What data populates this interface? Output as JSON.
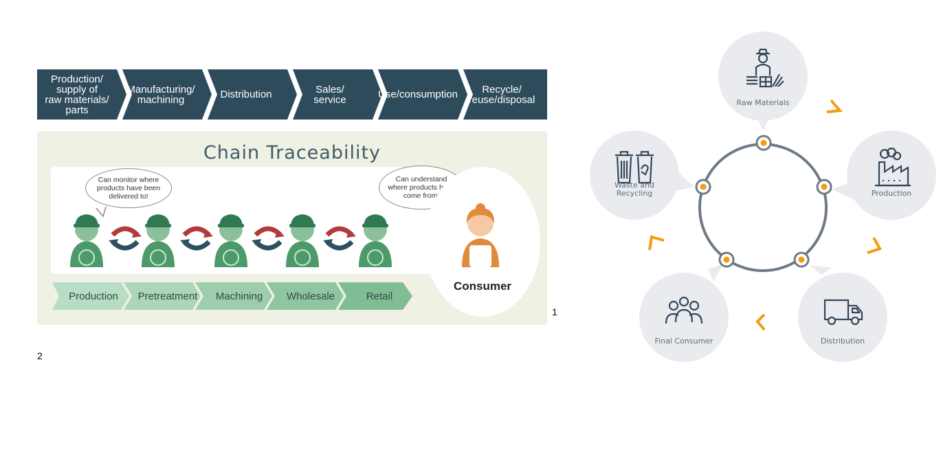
{
  "figure1": {
    "banner_steps": [
      "Production/\nsupply of\nraw materials/\nparts",
      "Manufacturing/\nmachining",
      "Distribution",
      "Sales/\nservice",
      "Use/consumption",
      "Recycle/\nreuse/disposal"
    ],
    "title": "Chain Traceability",
    "bubble_left": "Can monitor where\nproducts have been\ndelivered to!",
    "bubble_right": "Can understand\nwhere products have\ncome from!",
    "consumer_label": "Consumer",
    "stages": [
      "Production",
      "Pretreatment",
      "Machining",
      "Wholesale",
      "Retail"
    ],
    "colors": {
      "banner": "#2e4b5c",
      "panel": "#eef1e4",
      "worker_dark": "#2f7a50",
      "worker_light": "#8cc09b",
      "arrow_red": "#b23a3a",
      "arrow_blue": "#2c4f63"
    }
  },
  "captions": {
    "label_1": "1",
    "label_2": "2"
  },
  "figure2": {
    "nodes": [
      {
        "label": "Raw Materials",
        "icon": "farmer-icon"
      },
      {
        "label": "Production",
        "icon": "factory-icon"
      },
      {
        "label": "Distribution",
        "icon": "truck-icon"
      },
      {
        "label": "Final Consumer",
        "icon": "people-icon"
      },
      {
        "label": "Waste and\nRecycling",
        "icon": "recycle-bins-icon"
      }
    ],
    "colors": {
      "accent": "#f39c12",
      "ring": "#6f7a84",
      "node_bg": "#e9ebee",
      "icon": "#33475b"
    }
  }
}
